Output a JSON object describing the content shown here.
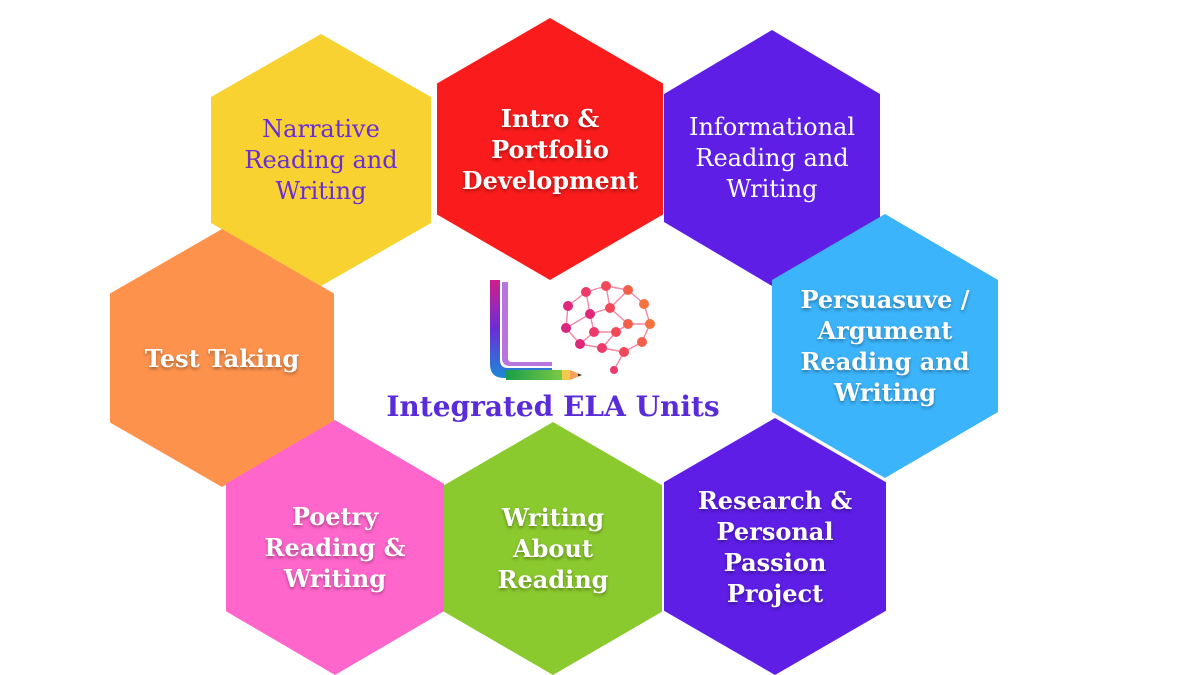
{
  "center": {
    "title": "Integrated ELA Units"
  },
  "hexagons": [
    {
      "id": "hex-intro",
      "label": "Intro &\nPortfolio\nDevelopment",
      "color": "#fa1c1c",
      "text_color": "#ffffff"
    },
    {
      "id": "hex-narrative",
      "label": "Narrative\nReading and\nWriting",
      "color": "#f8d230",
      "text_color": "#6a2dd6"
    },
    {
      "id": "hex-info",
      "label": "Informational\nReading and\nWriting",
      "color": "#5e1ee6",
      "text_color": "#ffffff"
    },
    {
      "id": "hex-test",
      "label": "Test Taking",
      "color": "#fd924d",
      "text_color": "#ffffff"
    },
    {
      "id": "hex-persuasive",
      "label": "Persuasuve /\nArgument\nReading and\nWriting",
      "color": "#3cb4fb",
      "text_color": "#ffffff"
    },
    {
      "id": "hex-poetry",
      "label": "Poetry\nReading &\nWriting",
      "color": "#ff66cc",
      "text_color": "#ffffff"
    },
    {
      "id": "hex-writing",
      "label": "Writing\nAbout\nReading",
      "color": "#8bca2e",
      "text_color": "#ffffff"
    },
    {
      "id": "hex-research",
      "label": "Research &\nPersonal\nPassion\nProject",
      "color": "#5e1ee6",
      "text_color": "#ffffff"
    }
  ],
  "colors": {
    "title": "#5a2bd8"
  }
}
